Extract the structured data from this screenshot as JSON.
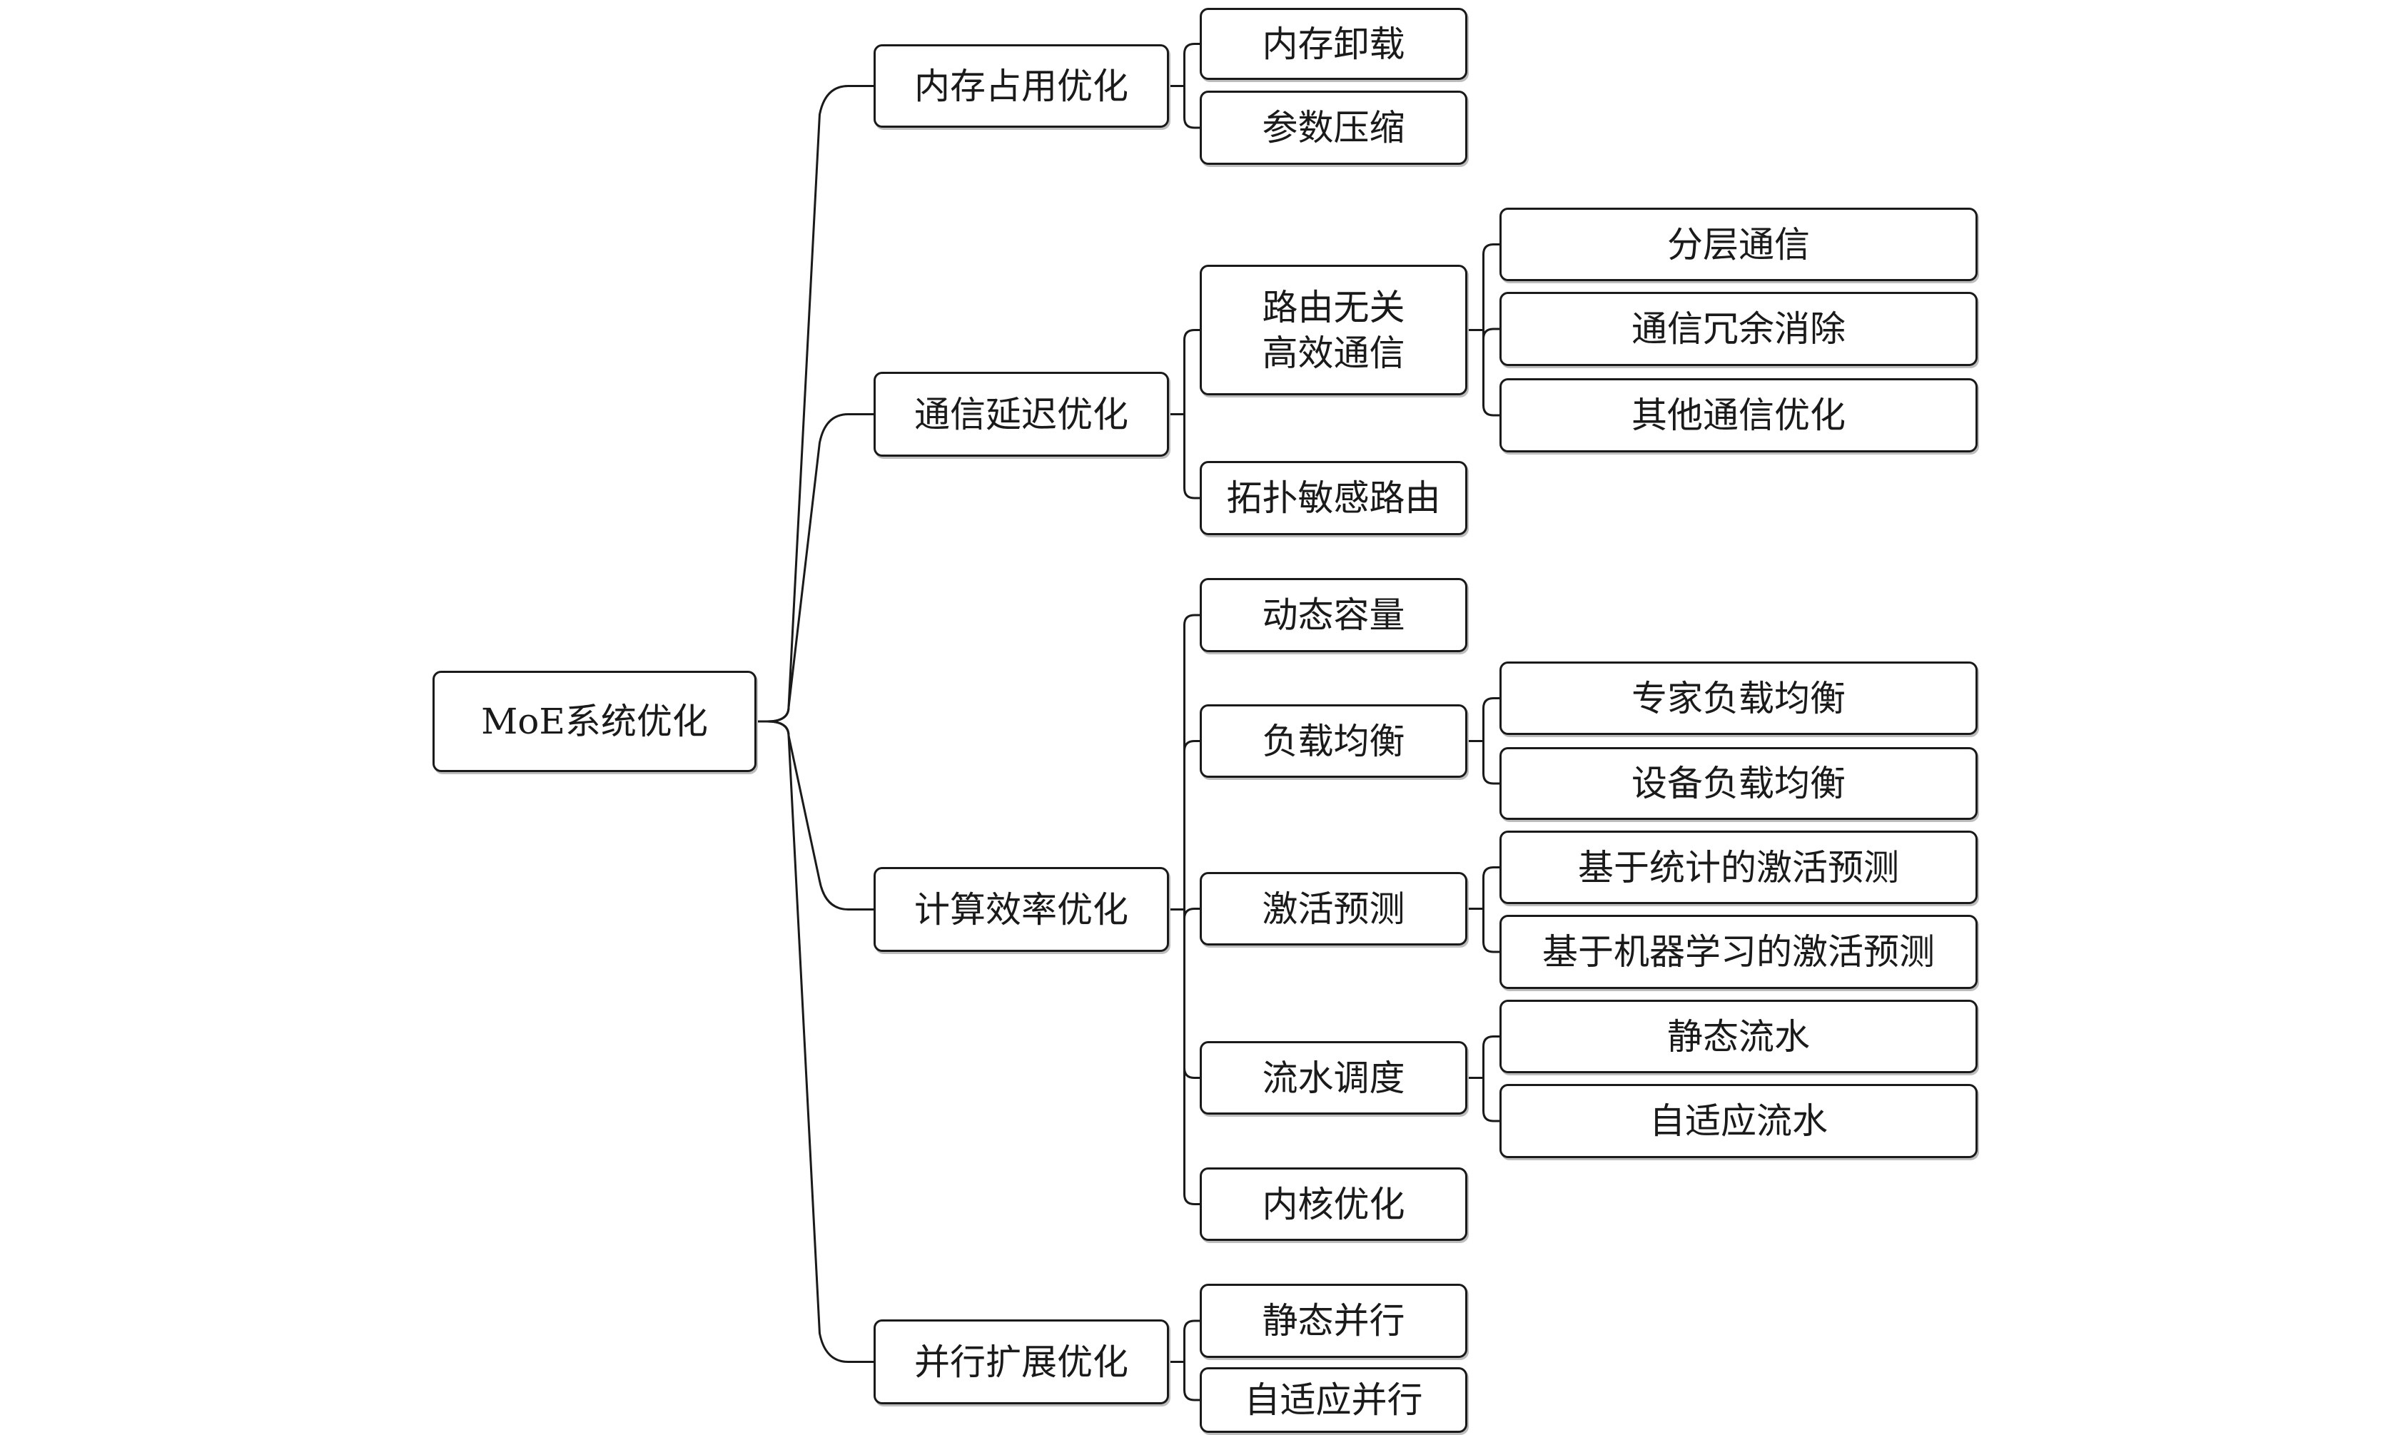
{
  "diagram": {
    "type": "mind-map",
    "line_color": "#1a1a1a",
    "root": {
      "label": "MoE系统优化",
      "children": [
        {
          "label": "内存占用优化",
          "children": [
            {
              "label": "内存卸载",
              "children": []
            },
            {
              "label": "参数压缩",
              "children": []
            }
          ]
        },
        {
          "label": "通信延迟优化",
          "children": [
            {
              "label": "路由无关\n高效通信",
              "children": [
                {
                  "label": "分层通信"
                },
                {
                  "label": "通信冗余消除"
                },
                {
                  "label": "其他通信优化"
                }
              ]
            },
            {
              "label": "拓扑敏感路由",
              "children": []
            }
          ]
        },
        {
          "label": "计算效率优化",
          "children": [
            {
              "label": "动态容量",
              "children": []
            },
            {
              "label": "负载均衡",
              "children": [
                {
                  "label": "专家负载均衡"
                },
                {
                  "label": "设备负载均衡"
                }
              ]
            },
            {
              "label": "激活预测",
              "children": [
                {
                  "label": "基于统计的激活预测"
                },
                {
                  "label": "基于机器学习的激活预测"
                }
              ]
            },
            {
              "label": "流水调度",
              "children": [
                {
                  "label": "静态流水"
                },
                {
                  "label": "自适应流水"
                }
              ]
            },
            {
              "label": "内核优化",
              "children": []
            }
          ]
        },
        {
          "label": "并行扩展优化",
          "children": [
            {
              "label": "静态并行",
              "children": []
            },
            {
              "label": "自适应并行",
              "children": []
            }
          ]
        }
      ]
    }
  }
}
